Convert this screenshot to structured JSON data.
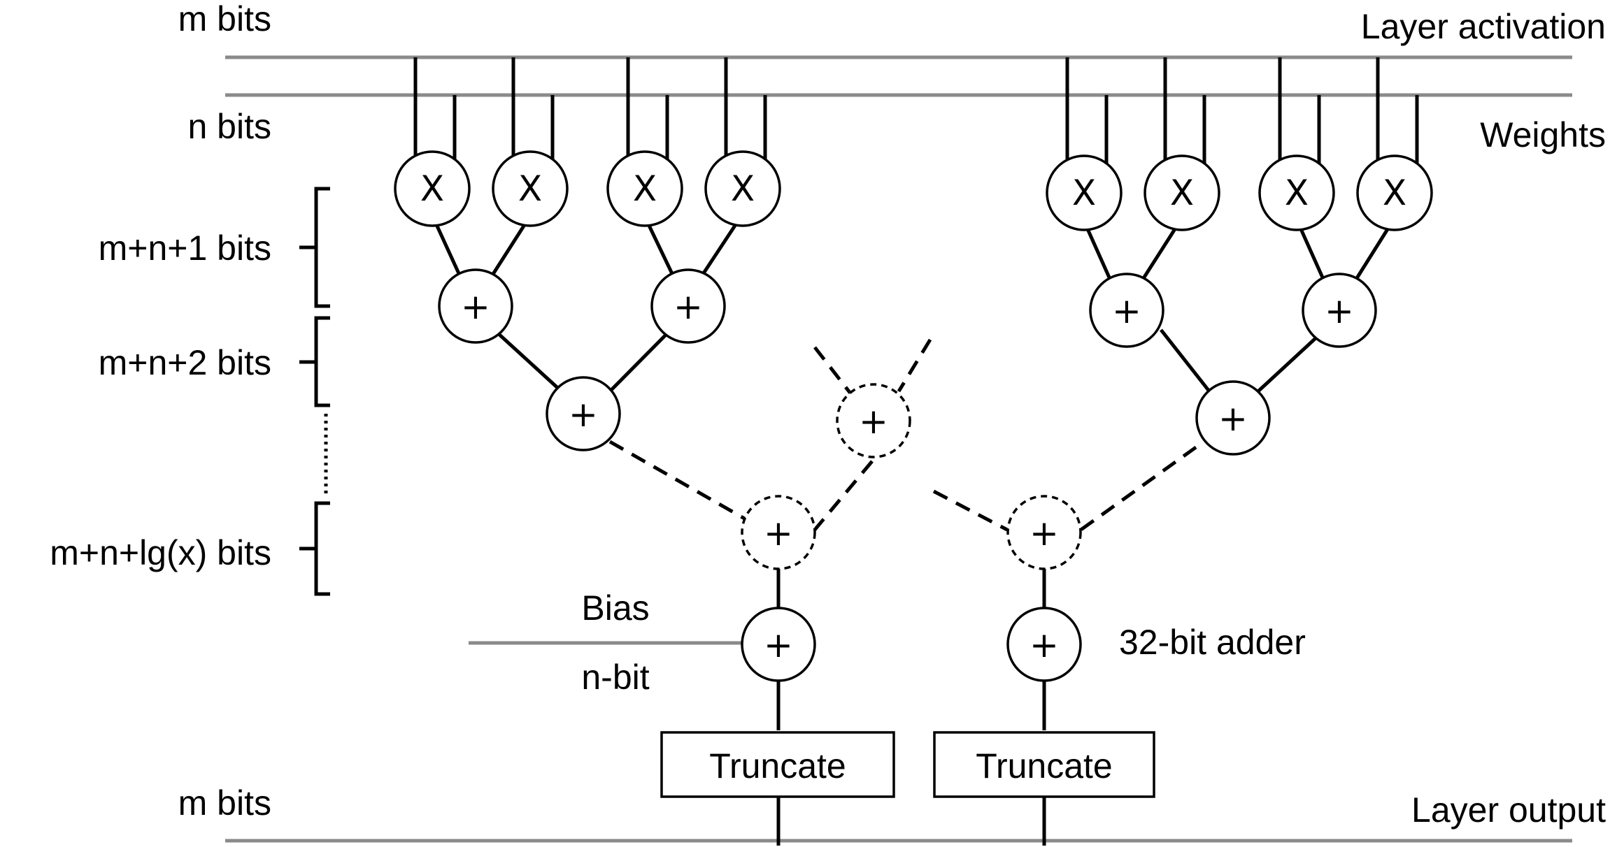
{
  "labels": {
    "m_bits_top": "m bits",
    "n_bits": "n bits",
    "layer_activation": "Layer activation",
    "weights": "Weights",
    "mn1_bits": "m+n+1 bits",
    "mn2_bits": "m+n+2 bits",
    "mnlg_bits": "m+n+lg(x) bits",
    "bias": "Bias",
    "n_bit": "n-bit",
    "adder_32": "32-bit adder",
    "m_bits_bottom": "m bits",
    "layer_output": "Layer output"
  },
  "symbols": {
    "multiply": "X",
    "add": "+"
  },
  "truncate_boxes": [
    "Truncate",
    "Truncate"
  ]
}
